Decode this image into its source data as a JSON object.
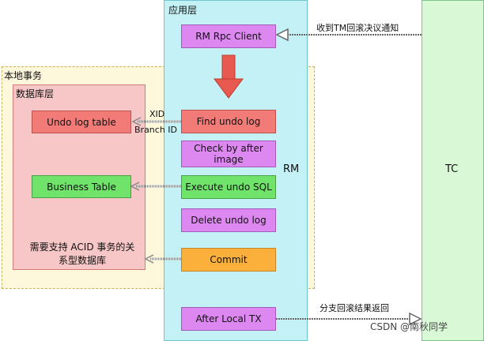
{
  "regions": {
    "local_tx": "本地事务",
    "db_layer": "数据库层",
    "app_layer": "应用层",
    "rm": "RM",
    "tc": "TC"
  },
  "db_boxes": {
    "undo_log_table": "Undo log table",
    "business_table": "Business Table"
  },
  "db_note": "需要支持 ACID 事务的关系型数据库",
  "app_boxes": {
    "rm_rpc_client": "RM Rpc Client",
    "find_undo_log": "Find undo log",
    "check_by_after_image": "Check by after image",
    "execute_undo_sql": "Execute undo SQL",
    "delete_undo_log": "Delete undo log",
    "commit": "Commit",
    "after_local_tx": "After Local TX"
  },
  "arrow_labels": {
    "xid": "XID",
    "branch_id": "Branch ID",
    "tm_notice": "收到TM回滚决议通知",
    "branch_rollback_result": "分支回滚结果返回"
  },
  "watermark": "CSDN @南秋同学",
  "colors": {
    "purple": "#dd88f0",
    "red": "#f27b77",
    "green": "#6fe36a",
    "orange": "#fbb03b",
    "app_layer": "#c4f1f5",
    "tc": "#d9f9d6",
    "db_layer": "#f7c7c7",
    "local_tx": "#fdf7dc"
  }
}
